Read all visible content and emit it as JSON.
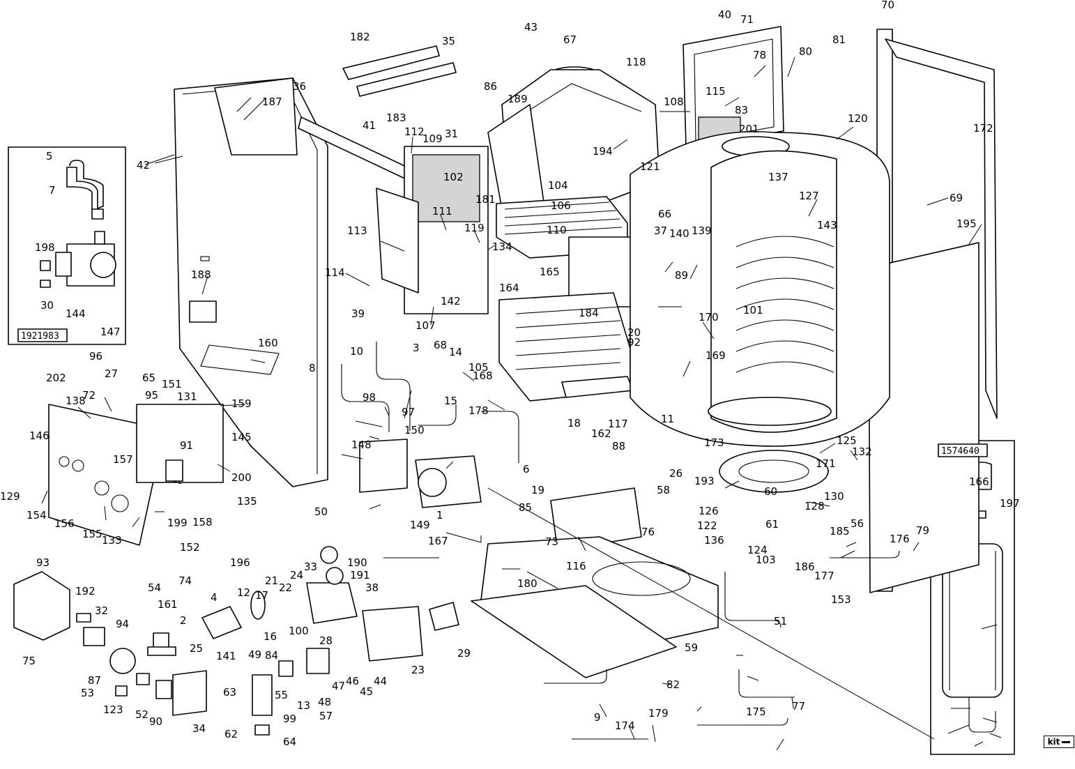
{
  "callouts": [
    "1",
    "2",
    "3",
    "4",
    "5",
    "6",
    "7",
    "8",
    "9",
    "10",
    "11",
    "12",
    "13",
    "14",
    "15",
    "16",
    "17",
    "18",
    "19",
    "20",
    "21",
    "22",
    "23",
    "24",
    "25",
    "26",
    "27",
    "28",
    "29",
    "30",
    "31",
    "32",
    "33",
    "34",
    "35",
    "36",
    "37",
    "38",
    "39",
    "40",
    "41",
    "42",
    "43",
    "44",
    "45",
    "46",
    "47",
    "48",
    "49",
    "50",
    "51",
    "52",
    "53",
    "54",
    "55",
    "56",
    "57",
    "58",
    "59",
    "60",
    "61",
    "62",
    "63",
    "64",
    "65",
    "66",
    "67",
    "68",
    "69",
    "70",
    "71",
    "72",
    "73",
    "74",
    "75",
    "76",
    "77",
    "78",
    "79",
    "80",
    "81",
    "82",
    "83",
    "84",
    "85",
    "86",
    "87",
    "88",
    "89",
    "90",
    "91",
    "92",
    "93",
    "94",
    "95",
    "96",
    "97",
    "98",
    "99",
    "100",
    "101",
    "102",
    "103",
    "104",
    "105",
    "106",
    "107",
    "108",
    "109",
    "110",
    "111",
    "112",
    "113",
    "114",
    "115",
    "116",
    "117",
    "118",
    "119",
    "120",
    "121",
    "122",
    "123",
    "124",
    "125",
    "126",
    "127",
    "128",
    "129",
    "130",
    "131",
    "132",
    "133",
    "134",
    "135",
    "136",
    "137",
    "138",
    "139",
    "140",
    "141",
    "142",
    "143",
    "144",
    "145",
    "146",
    "147",
    "148",
    "149",
    "150",
    "151",
    "152",
    "153",
    "154",
    "155",
    "156",
    "157",
    "158",
    "159",
    "160",
    "161",
    "162",
    "164",
    "165",
    "166",
    "167",
    "168",
    "169",
    "170",
    "171",
    "172",
    "173",
    "174",
    "175",
    "176",
    "177",
    "178",
    "179",
    "180",
    "181",
    "182",
    "183",
    "184",
    "185",
    "186",
    "187",
    "188",
    "189",
    "190",
    "191",
    "192",
    "193",
    "194",
    "195",
    "196",
    "197",
    "198",
    "199",
    "200",
    "201",
    "202"
  ],
  "codes": {
    "inset_left": "1921983",
    "inset_right": "1574640"
  },
  "badge": {
    "label": "kit"
  }
}
